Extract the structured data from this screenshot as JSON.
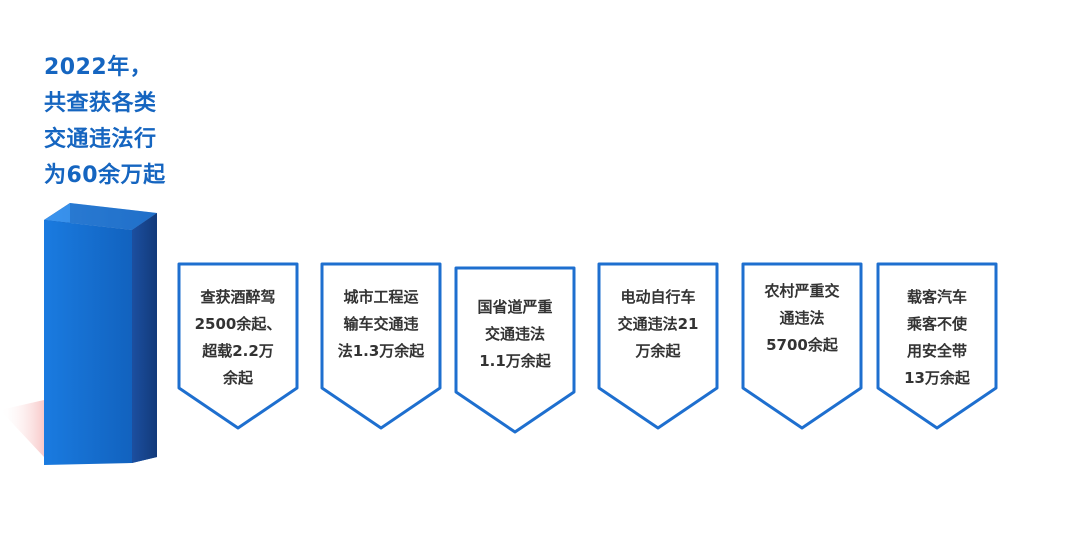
{
  "headline": {
    "lines": [
      "2022年，",
      "共查获各类",
      "交通违法行",
      "为60余万起"
    ],
    "color": "#1565c0"
  },
  "cards": [
    {
      "lines": [
        "查获酒醉驾",
        "2500余起、",
        "超载2.2万",
        "余起"
      ]
    },
    {
      "lines": [
        "城市工程运",
        "输车交通违",
        "法1.3万余起"
      ]
    },
    {
      "lines": [
        "国省道严重",
        "交通违法",
        "1.1万余起"
      ]
    },
    {
      "lines": [
        "电动自行车",
        "交通违法21",
        "万余起"
      ]
    },
    {
      "lines": [
        "农村严重交",
        "通违法",
        "5700余起"
      ]
    },
    {
      "lines": [
        "载客汽车",
        "乘客不使",
        "用安全带",
        "13万余起"
      ]
    }
  ],
  "colors": {
    "accent": "#1e6fcf",
    "text": "#333333"
  }
}
